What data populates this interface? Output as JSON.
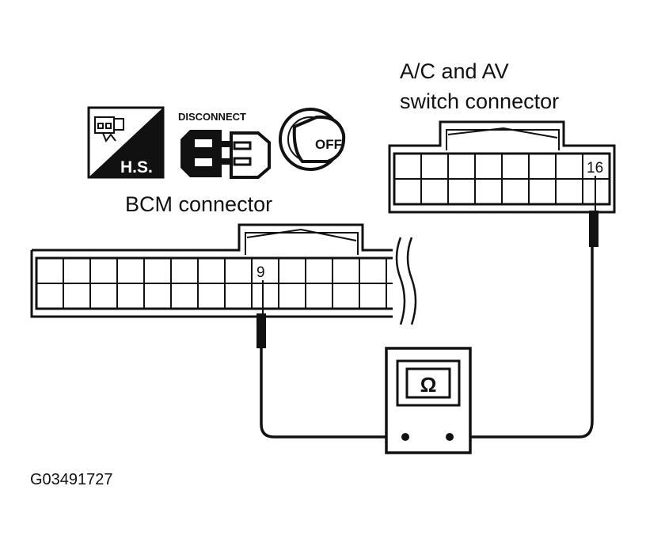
{
  "labels": {
    "av_connector_line1": "A/C and AV",
    "av_connector_line2": "switch connector",
    "bcm_connector": "BCM connector",
    "bcm_pin": "9",
    "av_pin": "16",
    "figure_code": "G03491727"
  },
  "icons": {
    "harness_side": "H.S.",
    "disconnect": "DISCONNECT",
    "ignition_off": "OFF",
    "meter": "Ω"
  },
  "colors": {
    "ink": "#111111",
    "background": "#ffffff"
  }
}
